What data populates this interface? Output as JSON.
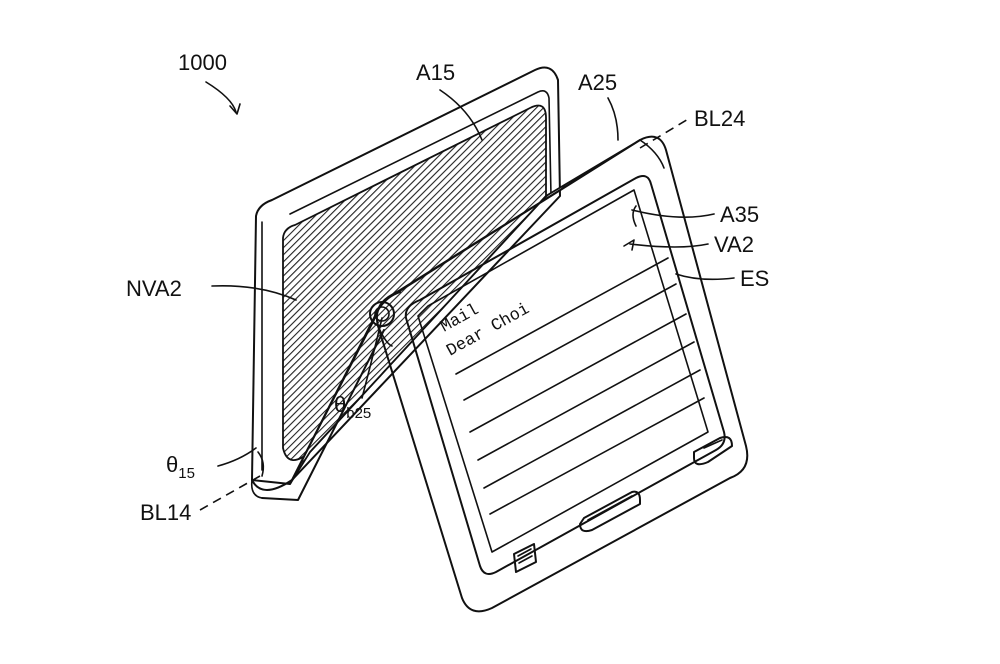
{
  "figure": {
    "device_ref": "1000",
    "labels": {
      "a15": "A15",
      "a25": "A25",
      "bl24": "BL24",
      "a35": "A35",
      "va2": "VA2",
      "es": "ES",
      "nva2": "NVA2",
      "bl14": "BL14"
    },
    "angles": {
      "theta15_base": "θ",
      "theta15_sub": "15",
      "thetab25_base": "θ",
      "thetab25_sub": "b25"
    },
    "screen": {
      "line1": "Mail",
      "line2": "Dear Choi"
    }
  }
}
